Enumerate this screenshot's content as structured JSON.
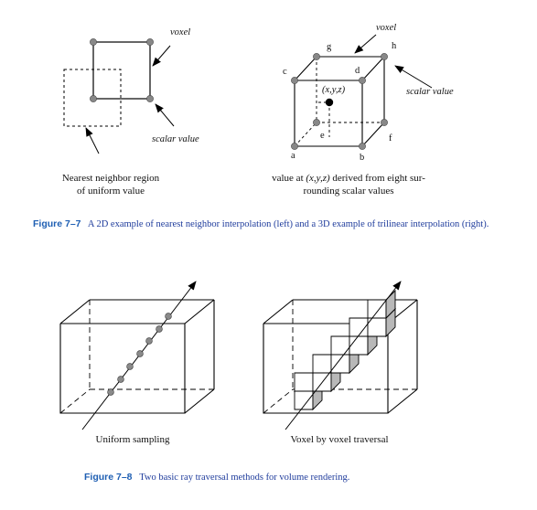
{
  "figure_7_7": {
    "left": {
      "voxel_label": "voxel",
      "scalar_label": "scalar value",
      "region_caption_line1": "Nearest neighbor region",
      "region_caption_line2": "of uniform value"
    },
    "right": {
      "voxel_label": "voxel",
      "scalar_label": "scalar value",
      "point_label": "(x,y,z)",
      "corner_labels": {
        "a": "a",
        "b": "b",
        "c": "c",
        "d": "d",
        "e": "e",
        "f": "f",
        "g": "g",
        "h": "h"
      },
      "caption_pre": "value at ",
      "caption_point": "(x,y,z)",
      "caption_post": " derived from eight sur-",
      "caption_line2": "rounding scalar values"
    },
    "caption_label": "Figure 7–7",
    "caption_text": "A 2D example of nearest neighbor interpolation (left) and a 3D example of trilinear interpolation (right)."
  },
  "figure_7_8": {
    "left_label": "Uniform sampling",
    "right_label": "Voxel by voxel traversal",
    "caption_label": "Figure 7–8",
    "caption_text": "Two basic ray traversal methods for volume rendering."
  }
}
